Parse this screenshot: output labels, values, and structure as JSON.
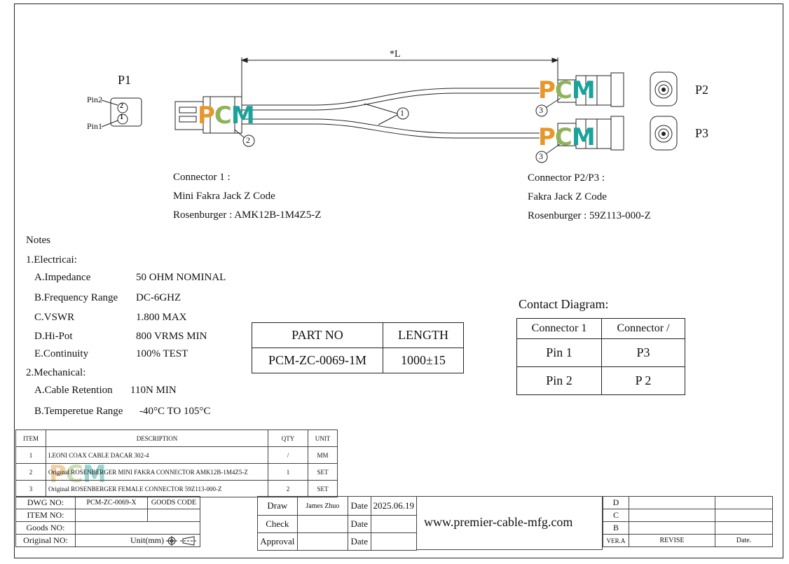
{
  "drawing": {
    "length_label": "*L",
    "p1_label": "P1",
    "p2_label": "P2",
    "p3_label": "P3",
    "pin2": "Pin2",
    "pin1": "Pin1",
    "pin2_num": "2",
    "pin1_num": "1",
    "balloon1": "1",
    "balloon2": "2",
    "balloon3": "3",
    "logo": {
      "p": "P",
      "c": "C",
      "m": "M"
    }
  },
  "connector1": {
    "title": "Connector 1 :",
    "type": "Mini Fakra Jack Z Code",
    "part": "Rosenburger : AMK12B-1M4Z5-Z"
  },
  "connector23": {
    "title": "Connector P2/P3 :",
    "type": "Fakra Jack Z Code",
    "part": "Rosenburger : 59Z113-000-Z"
  },
  "notes": {
    "title": "Notes",
    "electrical_title": "1.Electricai:",
    "electrical": [
      {
        "label": "A.Impedance",
        "value": "50 OHM NOMINAL"
      },
      {
        "label": "B.Frequency Range",
        "value": "DC-6GHZ"
      },
      {
        "label": "C.VSWR",
        "value": "1.800 MAX"
      },
      {
        "label": "D.Hi-Pot",
        "value": "800 VRMS MIN"
      },
      {
        "label": "E.Continuity",
        "value": "100% TEST"
      }
    ],
    "mechanical_title": "2.Mechanical:",
    "mechanical": [
      {
        "label": "A.Cable Retention",
        "value": "110N MIN"
      },
      {
        "label": "B.Temperetue Range",
        "value": "-40°C TO 105°C"
      }
    ]
  },
  "part_table": {
    "headers": [
      "PART NO",
      "LENGTH"
    ],
    "row": [
      "PCM-ZC-0069-1M",
      "1000±15"
    ]
  },
  "contact": {
    "title": "Contact Diagram:",
    "headers": [
      "Connector 1",
      "Connector /"
    ],
    "rows": [
      [
        "Pin 1",
        "P3"
      ],
      [
        "Pin 2",
        "P 2"
      ]
    ]
  },
  "bom": {
    "headers": [
      "ITEM",
      "DESCRIPTION",
      "QTY",
      "UNIT"
    ],
    "rows": [
      [
        "1",
        "LEONI COAX CABLE DACAR 302-4",
        "/",
        "MM"
      ],
      [
        "2",
        "Original ROSENBERGER MINI FAKRA CONNECTOR AMK12B-1M4Z5-Z",
        "1",
        "SET"
      ],
      [
        "3",
        "Original ROSENBERGER FEMALE CONNECTOR 59Z113-000-Z",
        "2",
        "SET"
      ]
    ]
  },
  "title_block": {
    "dwg_no_label": "DWG NO:",
    "dwg_no": "PCM-ZC-0069-X",
    "goods_code_label": "GOODS CODE",
    "item_no_label": "ITEM NO:",
    "goods_no_label": "Goods NO:",
    "original_no_label": "Original NO:",
    "unit_label": "Unit(mm)",
    "draw_label": "Draw",
    "draw_name": "James Zhuo",
    "date_label": "Date",
    "draw_date": "2025.06.19",
    "check_label": "Check",
    "approval_label": "Approval",
    "website": "www.premier-cable-mfg.com",
    "rev_d": "D",
    "rev_c": "C",
    "rev_b": "B",
    "ver_label": "VER.A",
    "revise_label": "REVISE",
    "rev_date_label": "Date."
  }
}
